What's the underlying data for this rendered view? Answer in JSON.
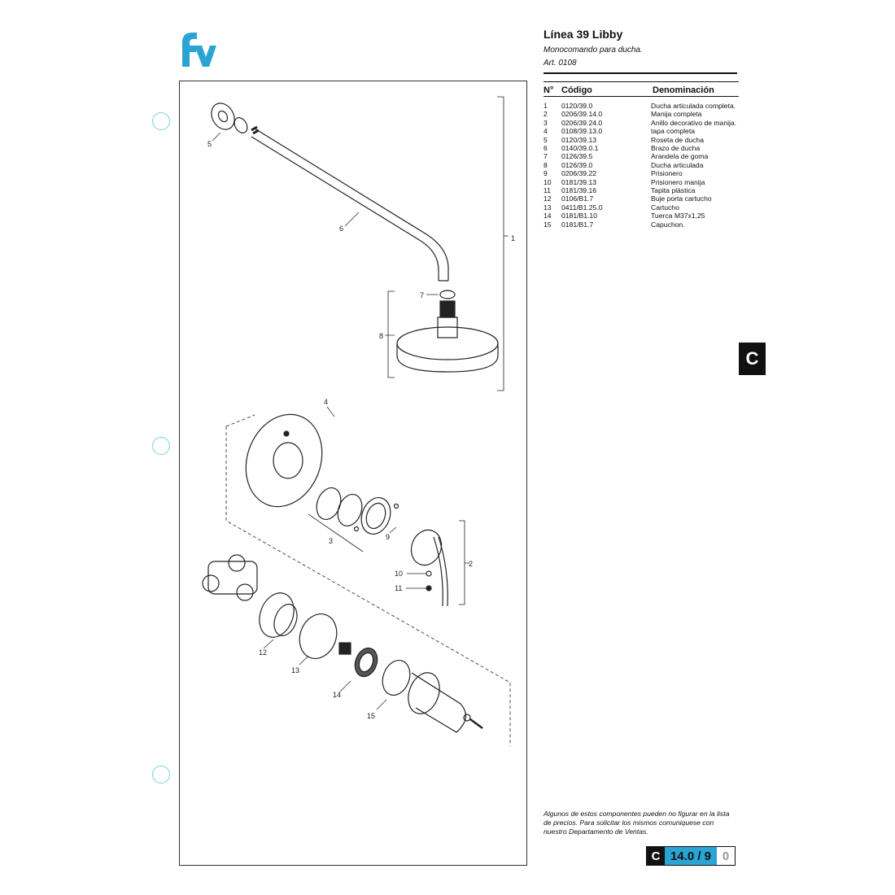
{
  "brand": {
    "logo_text": "fv",
    "color": "#2aa4d4"
  },
  "header": {
    "title": "Línea 39 Libby",
    "subtitle": "Monocomando para ducha.",
    "article": "Art. 0108"
  },
  "parts_table": {
    "headers": {
      "number": "N°",
      "code": "Código",
      "name": "Denominación"
    },
    "rows": [
      {
        "n": "1",
        "code": "0120/39.0",
        "name": "Ducha articulada completa."
      },
      {
        "n": "2",
        "code": "0206/39.14.0",
        "name": "Manija completa"
      },
      {
        "n": "3",
        "code": "0206/39.24.0",
        "name": "Anillo decorativo de manija."
      },
      {
        "n": "4",
        "code": "0108/39.13.0",
        "name": "tapa completa"
      },
      {
        "n": "5",
        "code": "0120/39.13",
        "name": "Roseta de ducha"
      },
      {
        "n": "6",
        "code": "0140/39.0.1",
        "name": "Brazo de ducha"
      },
      {
        "n": "7",
        "code": "0126/39.5",
        "name": "Arandela de goma"
      },
      {
        "n": "8",
        "code": "0126/39.0",
        "name": "Ducha articulada"
      },
      {
        "n": "9",
        "code": "0206/39.22",
        "name": "Prisionero"
      },
      {
        "n": "10",
        "code": "0181/39.13",
        "name": "Prisionero manija"
      },
      {
        "n": "11",
        "code": "0181/39.16",
        "name": "Tapita plástica"
      },
      {
        "n": "12",
        "code": "0106/B1.7",
        "name": "Buje porta cartucho"
      },
      {
        "n": "13",
        "code": "0411/B1.25.0",
        "name": "Cartucho"
      },
      {
        "n": "14",
        "code": "0181/B1.10",
        "name": "Tuerca M37x1,25"
      },
      {
        "n": "15",
        "code": "0181/B1.7",
        "name": "Capuchon."
      }
    ]
  },
  "callouts": [
    "1",
    "2",
    "3",
    "4",
    "5",
    "6",
    "7",
    "8",
    "9",
    "10",
    "11",
    "12",
    "13",
    "14",
    "15"
  ],
  "side_tab": "C",
  "footer_note": "Algunos de estos componentes pueden no figurar en la lista de precios. Para solicitar los mismos comuniquese con nuestro Departamento de Ventas.",
  "page_box": {
    "section": "C",
    "number": "14.0 / 9",
    "revision": "0",
    "number_bg": "#2aa4d4"
  }
}
